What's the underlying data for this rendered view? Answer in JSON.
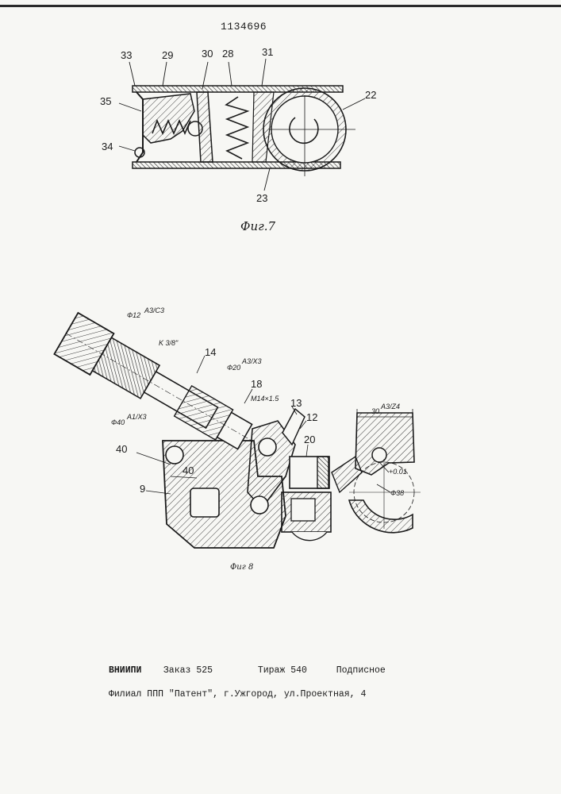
{
  "document": {
    "patent_number": "1134696"
  },
  "fig7": {
    "caption": "Фиг.7",
    "labels": [
      "33",
      "29",
      "30",
      "28",
      "31",
      "35",
      "22",
      "34",
      "23"
    ]
  },
  "fig8": {
    "caption": "Фиг 8",
    "labels": [
      "14",
      "18",
      "13",
      "12",
      "20",
      "40",
      "40",
      "9"
    ],
    "dimensions": {
      "phi12": "Ф12",
      "phi12_tol": "A3/C3",
      "k38": "K 3/8\"",
      "phi20": "Ф20",
      "phi20_tol": "A3/X3",
      "m14": "М14×1.5",
      "phi40": "Ф40",
      "phi40_tol": "A1/X3",
      "d30": "30",
      "d30_tol": "A3/Z4",
      "p01": "+0.01",
      "phi38": "Ф38"
    }
  },
  "footer": {
    "org": "ВНИИПИ",
    "order": "Заказ 525",
    "run": "Тираж 540",
    "subscription": "Подписное",
    "branch": "Филиал ППП \"Патент\", г.Ужгород, ул.Проектная, 4"
  },
  "colors": {
    "ink": "#1a1a1a",
    "paper": "#f7f7f4",
    "hatch": "#3a3a3a"
  }
}
